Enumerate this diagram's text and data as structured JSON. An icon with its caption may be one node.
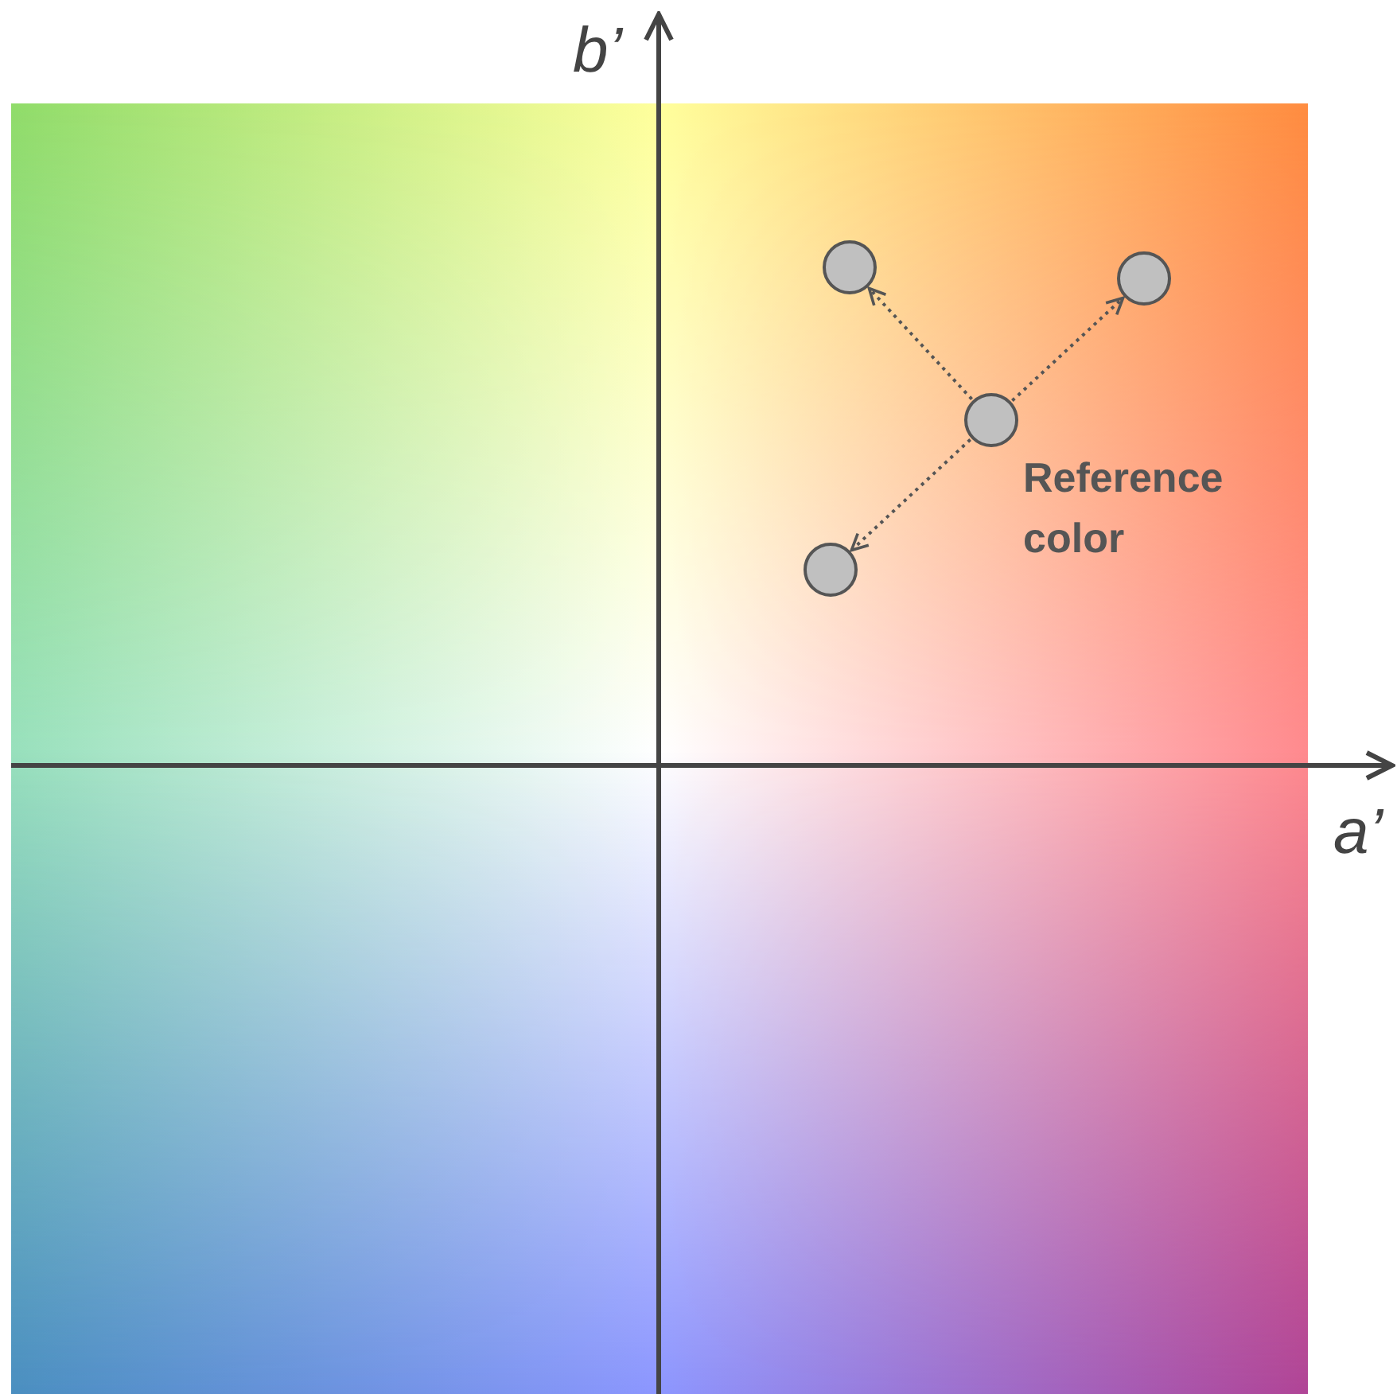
{
  "diagram": {
    "nodes": [
      {
        "text": [],
        "shape": "circle"
      },
      {
        "text": [],
        "shape": "circle"
      },
      {
        "text": [],
        "shape": "circle",
        "beside": [
          "Reference color"
        ]
      },
      {
        "text": [],
        "shape": "circle"
      }
    ],
    "edges": [
      {
        "from": 2,
        "to": 0,
        "arrow": "to",
        "style": "dashed"
      },
      {
        "from": 2,
        "to": 1,
        "arrow": "to",
        "style": "dashed"
      },
      {
        "from": 2,
        "to": 3,
        "arrow": "to",
        "style": "dashed"
      }
    ],
    "labels": [
      "b’",
      "a’"
    ]
  }
}
